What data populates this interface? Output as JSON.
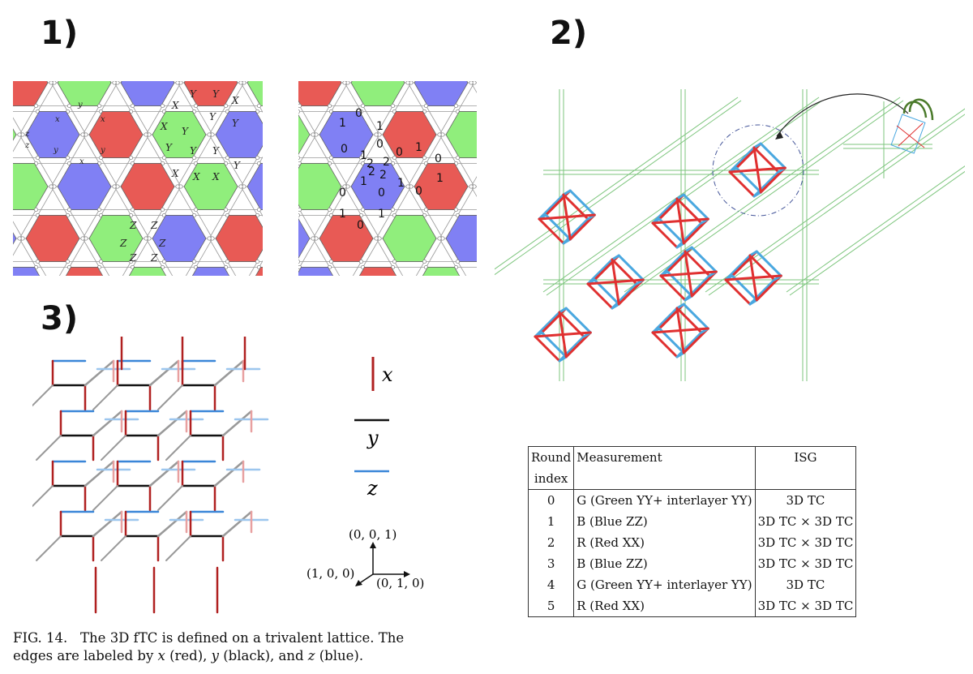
{
  "panels": {
    "p1": "1)",
    "p2": "2)",
    "p3": "3)"
  },
  "colors": {
    "red": "#e85a55",
    "green": "#90ee7c",
    "blue": "#8080f4",
    "edge_red": "#e03030",
    "edge_blue": "#4aa8e0",
    "lattice_green": "#66bb66",
    "dark_red": "#b02020",
    "black": "#111111",
    "mid_blue": "#3a86d8",
    "light_blue": "#9cc6ee"
  },
  "honeycomb_labels": {
    "x": "x",
    "y": "y",
    "z": "z",
    "X": "X",
    "Y": "Y",
    "Z": "Z",
    "zero": "0",
    "one": "1",
    "two": "2"
  },
  "legend": {
    "x": "x",
    "y": "y",
    "z": "z"
  },
  "axes": {
    "z_axis": "(0, 0, 1)",
    "x_axis": "(1, 0, 0)",
    "y_axis": "(0, 1, 0)"
  },
  "table": {
    "headers": {
      "round_1": "Round",
      "round_2": "index",
      "measurement": "Measurement",
      "isg": "ISG"
    },
    "rows": [
      {
        "index": "0",
        "measurement": "G (Green YY+ interlayer YY)",
        "isg": "3D TC"
      },
      {
        "index": "1",
        "measurement": "B (Blue ZZ)",
        "isg": "3D TC × 3D TC"
      },
      {
        "index": "2",
        "measurement": "R (Red XX)",
        "isg": "3D TC × 3D TC"
      },
      {
        "index": "3",
        "measurement": "B (Blue ZZ)",
        "isg": "3D TC × 3D TC"
      },
      {
        "index": "4",
        "measurement": "G (Green YY+ interlayer YY)",
        "isg": "3D TC"
      },
      {
        "index": "5",
        "measurement": "R (Red XX)",
        "isg": "3D TC × 3D TC"
      }
    ]
  },
  "caption": {
    "fig": "FIG. 14.",
    "line1": "The 3D fTC is defined on a trivalent lattice. The",
    "line2a": "edges are labeled by ",
    "var_x": "x",
    "line2b": " (red), ",
    "var_y": "y",
    "line2c": " (black), and ",
    "var_z": "z",
    "line2d": " (blue)."
  }
}
